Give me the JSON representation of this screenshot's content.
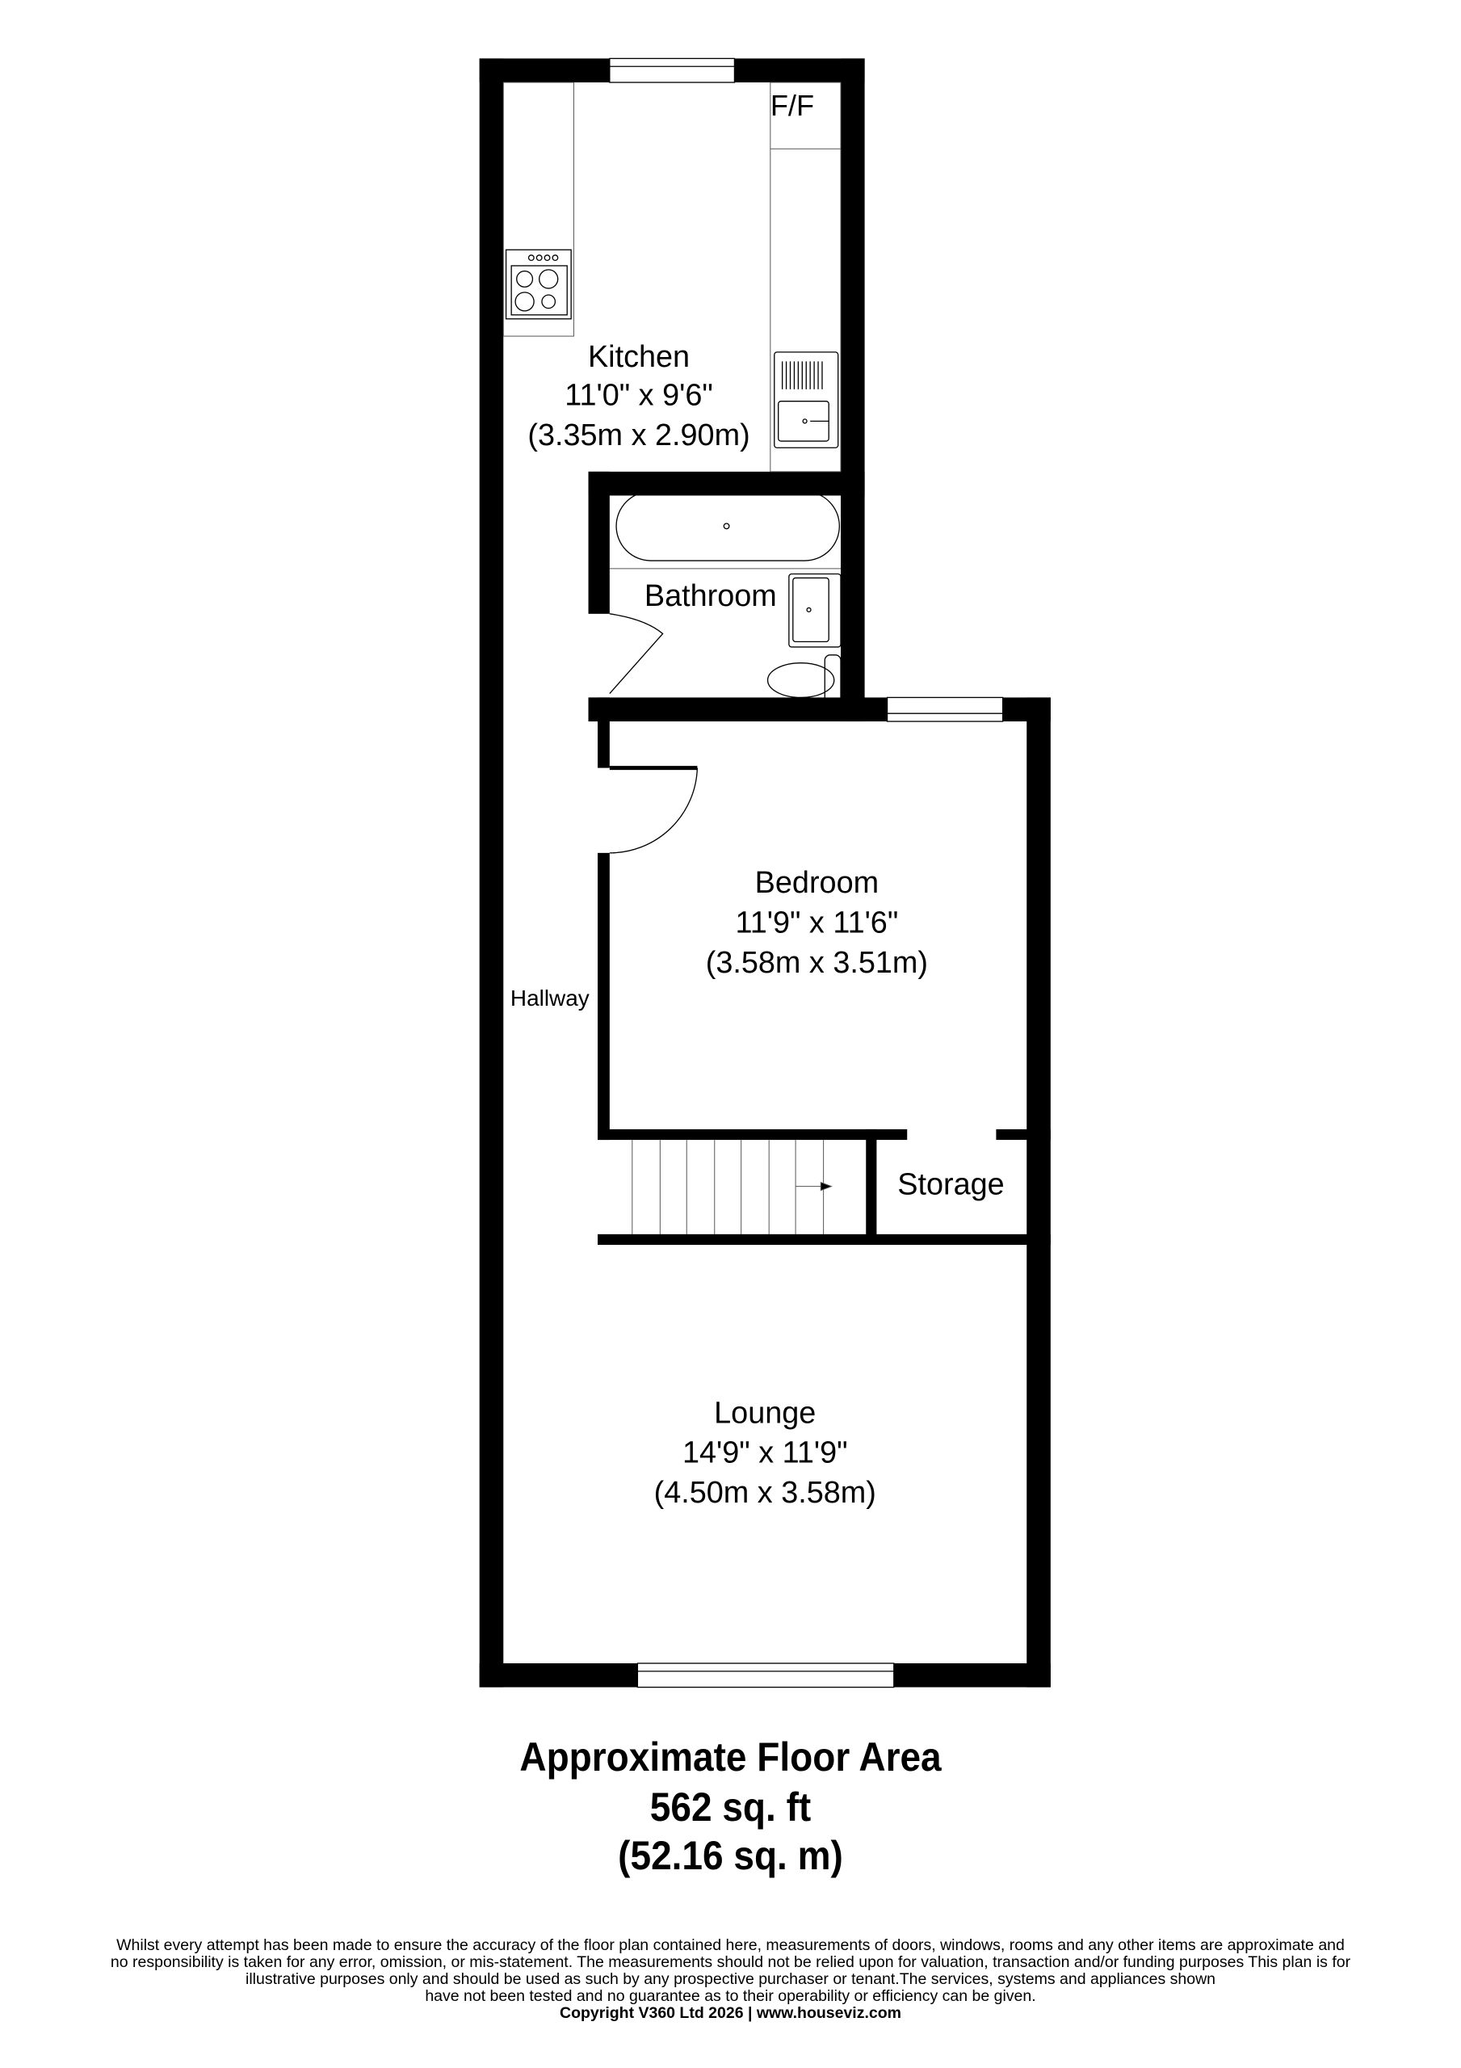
{
  "rooms": {
    "kitchen": {
      "name": "Kitchen",
      "imperial": "11'0\" x 9'6\"",
      "metric": "(3.35m x 2.90m)",
      "fridge_label": "F/F"
    },
    "bathroom": {
      "name": "Bathroom"
    },
    "bedroom": {
      "name": "Bedroom",
      "imperial": "11'9\" x 11'6\"",
      "metric": "(3.58m x 3.51m)"
    },
    "hallway": {
      "name": "Hallway"
    },
    "storage": {
      "name": "Storage"
    },
    "lounge": {
      "name": "Lounge",
      "imperial": "14'9\" x 11'9\"",
      "metric": "(4.50m x 3.58m)"
    }
  },
  "floor_area": {
    "title": "Approximate Floor Area",
    "sqft": "562 sq. ft",
    "sqm": "(52.16 sq. m)"
  },
  "disclaimer": {
    "lines": [
      "Whilst every attempt has been made to ensure the accuracy of the floor plan contained here, measurements of doors, windows, rooms and any other items are approximate and",
      "no responsibility is taken for any error, omission, or mis-statement.  The measurements should not be relied upon for valuation, transaction and/or funding purposes This plan is for",
      "illustrative purposes only and should be used as such by any prospective purchaser or tenant.The services, systems and appliances shown",
      "have not been tested and no guarantee as to their operability or efficiency can be given."
    ],
    "copyright": "Copyright V360 Ltd 2026 | www.houseviz.com"
  }
}
